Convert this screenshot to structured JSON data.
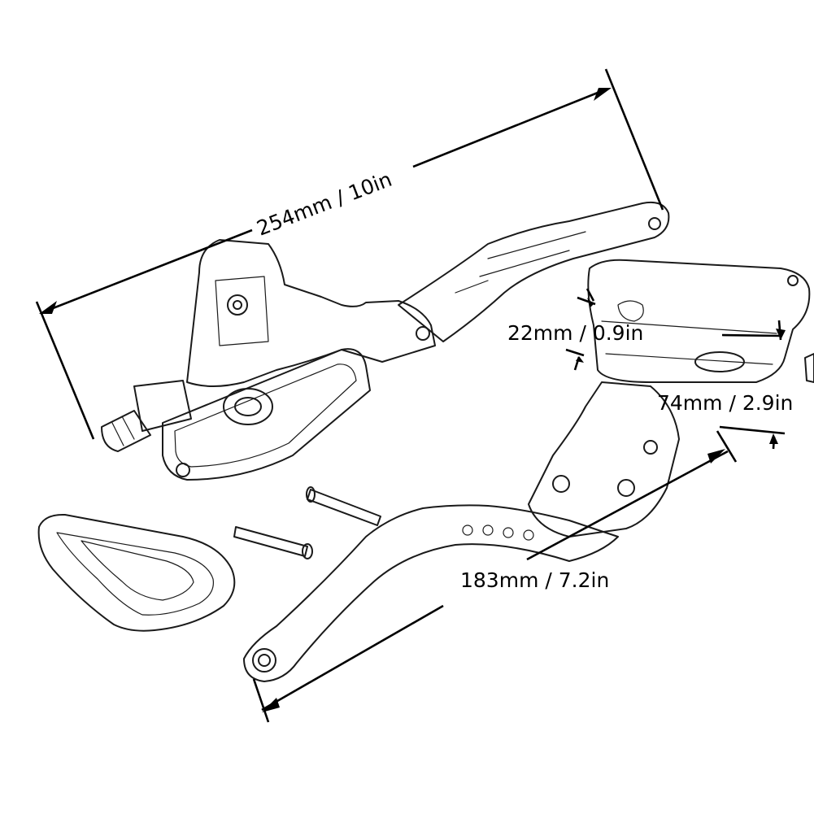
{
  "dimensions": {
    "clutch_length": "254mm / 10in",
    "reservoir_height": "22mm / 0.9in",
    "reservoir_width": "74mm / 2.9in",
    "brake_length": "183mm / 7.2in"
  },
  "colors": {
    "line": "#1a1a1a",
    "background": "#ffffff"
  }
}
